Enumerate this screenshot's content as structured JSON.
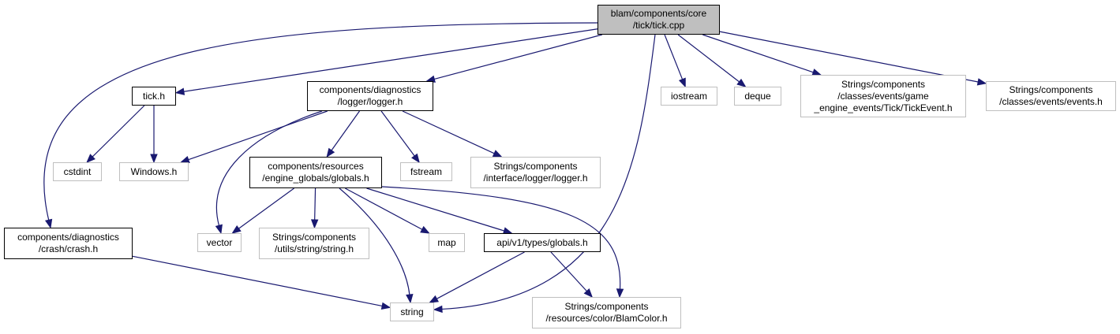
{
  "graph": {
    "nodes": [
      {
        "id": "tick_cpp",
        "kind": "root",
        "lines": [
          "blam/components/core",
          "/tick/tick.cpp"
        ]
      },
      {
        "id": "tick_h",
        "kind": "documented",
        "lines": [
          "tick.h"
        ]
      },
      {
        "id": "logger_h",
        "kind": "documented",
        "lines": [
          "components/diagnostics",
          "/logger/logger.h"
        ]
      },
      {
        "id": "iostream",
        "kind": "external",
        "lines": [
          "iostream"
        ]
      },
      {
        "id": "deque",
        "kind": "external",
        "lines": [
          "deque"
        ]
      },
      {
        "id": "tick_event_h",
        "kind": "external",
        "lines": [
          "Strings/components",
          "/classes/events/game",
          "_engine_events/Tick/TickEvent.h"
        ]
      },
      {
        "id": "events_h",
        "kind": "external",
        "lines": [
          "Strings/components",
          "/classes/events/events.h"
        ]
      },
      {
        "id": "cstdint",
        "kind": "external",
        "lines": [
          "cstdint"
        ]
      },
      {
        "id": "windows_h",
        "kind": "external",
        "lines": [
          "Windows.h"
        ]
      },
      {
        "id": "globals_h",
        "kind": "documented",
        "lines": [
          "components/resources",
          "/engine_globals/globals.h"
        ]
      },
      {
        "id": "fstream",
        "kind": "external",
        "lines": [
          "fstream"
        ]
      },
      {
        "id": "iface_logger_h",
        "kind": "external",
        "lines": [
          "Strings/components",
          "/interface/logger/logger.h"
        ]
      },
      {
        "id": "crash_h",
        "kind": "documented",
        "lines": [
          "components/diagnostics",
          "/crash/crash.h"
        ]
      },
      {
        "id": "vector",
        "kind": "external",
        "lines": [
          "vector"
        ]
      },
      {
        "id": "string_h",
        "kind": "external",
        "lines": [
          "Strings/components",
          "/utils/string/string.h"
        ]
      },
      {
        "id": "map",
        "kind": "external",
        "lines": [
          "map"
        ]
      },
      {
        "id": "api_globals_h",
        "kind": "documented",
        "lines": [
          "api/v1/types/globals.h"
        ]
      },
      {
        "id": "string",
        "kind": "external",
        "lines": [
          "string"
        ]
      },
      {
        "id": "blamcolor_h",
        "kind": "external",
        "lines": [
          "Strings/components",
          "/resources/color/BlamColor.h"
        ]
      }
    ],
    "edges": [
      [
        "tick_cpp",
        "tick_h"
      ],
      [
        "tick_cpp",
        "logger_h"
      ],
      [
        "tick_cpp",
        "iostream"
      ],
      [
        "tick_cpp",
        "deque"
      ],
      [
        "tick_cpp",
        "tick_event_h"
      ],
      [
        "tick_cpp",
        "events_h"
      ],
      [
        "tick_cpp",
        "crash_h"
      ],
      [
        "tick_cpp",
        "string"
      ],
      [
        "tick_h",
        "cstdint"
      ],
      [
        "tick_h",
        "windows_h"
      ],
      [
        "logger_h",
        "windows_h"
      ],
      [
        "logger_h",
        "globals_h"
      ],
      [
        "logger_h",
        "fstream"
      ],
      [
        "logger_h",
        "iface_logger_h"
      ],
      [
        "logger_h",
        "vector"
      ],
      [
        "globals_h",
        "vector"
      ],
      [
        "globals_h",
        "string_h"
      ],
      [
        "globals_h",
        "map"
      ],
      [
        "globals_h",
        "api_globals_h"
      ],
      [
        "globals_h",
        "string"
      ],
      [
        "globals_h",
        "blamcolor_h"
      ],
      [
        "api_globals_h",
        "string"
      ],
      [
        "api_globals_h",
        "blamcolor_h"
      ],
      [
        "crash_h",
        "string"
      ]
    ],
    "colors": {
      "edge": "#191970",
      "root_fill": "#bfbfbf",
      "documented_border": "#000000",
      "external_border": "#bfbfbf"
    }
  }
}
